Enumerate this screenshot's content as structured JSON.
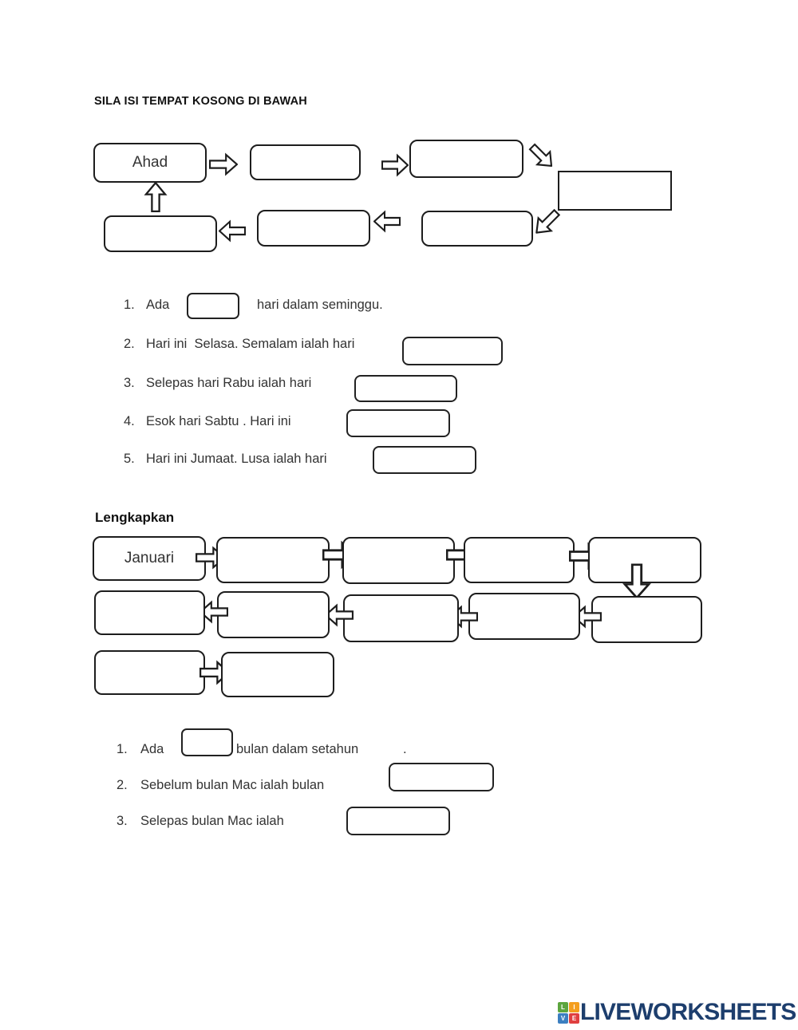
{
  "page": {
    "title": "SILA ISI TEMPAT KOSONG DI BAWAH"
  },
  "days_diagram": {
    "start": "Ahad"
  },
  "days_questions": [
    {
      "num": "1.",
      "pre": "Ada",
      "post": "hari dalam seminggu."
    },
    {
      "num": "2.",
      "pre": "Hari ini  Selasa. Semalam ialah hari"
    },
    {
      "num": "3.",
      "pre": "Selepas hari Rabu ialah hari"
    },
    {
      "num": "4.",
      "pre": "Esok hari Sabtu . Hari ini"
    },
    {
      "num": "5.",
      "pre": "Hari ini Jumaat. Lusa ialah hari"
    }
  ],
  "months_section": {
    "heading": "Lengkapkan"
  },
  "months_diagram": {
    "start": "Januari"
  },
  "months_questions": [
    {
      "num": "1.",
      "pre": "Ada",
      "post": "bulan dalam setahun",
      "period": "."
    },
    {
      "num": "2.",
      "pre": "Sebelum bulan Mac ialah bulan"
    },
    {
      "num": "3.",
      "pre": "Selepas bulan Mac ialah"
    }
  ],
  "footer": {
    "brand": "LIVEWORKSHEETS",
    "brand_color": "#1d3e6d",
    "tiles": [
      {
        "letter": "L",
        "color": "#5CA53E"
      },
      {
        "letter": "I",
        "color": "#F49E1E"
      },
      {
        "letter": "V",
        "color": "#3C7FC0"
      },
      {
        "letter": "E",
        "color": "#E03F3F"
      }
    ]
  }
}
